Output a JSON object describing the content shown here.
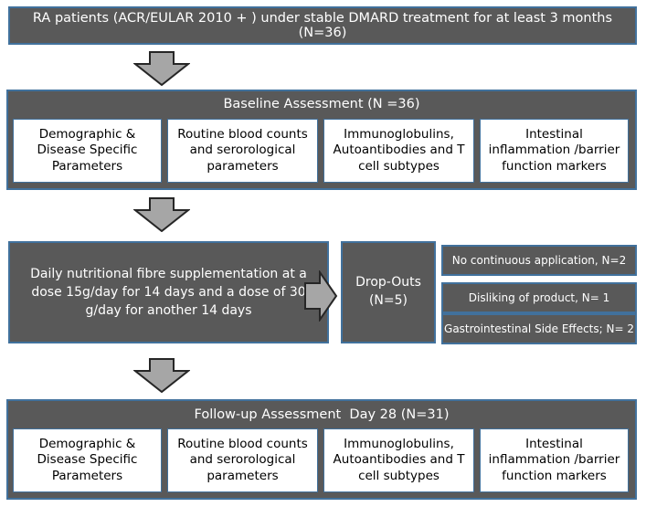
{
  "eligibility": "RA patients (ACR/EULAR 2010 + ) under stable DMARD treatment for at least 3 months (N=36)",
  "baseline": {
    "title": "Baseline Assessment (N =36)",
    "params": [
      "Demographic & Disease Specific Parameters",
      "Routine blood counts and serorological parameters",
      "Immunoglobulins, Autoantibodies and T cell subtypes",
      "Intestinal inflammation /barrier function markers"
    ]
  },
  "intervention": "Daily nutritional fibre supplementation at a dose 15g/day for 14 days and a dose of 30 g/day for another 14 days",
  "dropouts": {
    "title": "Drop-Outs (N=5)",
    "reasons": [
      "No continuous application, N=2",
      "Disliking of product, N= 1",
      "Gastrointestinal Side Effects; N= 2"
    ]
  },
  "followup": {
    "title": "Follow-up Assessment  Day 28 (N=31)",
    "params": [
      "Demographic & Disease Specific Parameters",
      "Routine blood counts and serorological parameters",
      "Immunoglobulins, Autoantibodies and T cell subtypes",
      "Intestinal inflammation /barrier function markers"
    ]
  }
}
